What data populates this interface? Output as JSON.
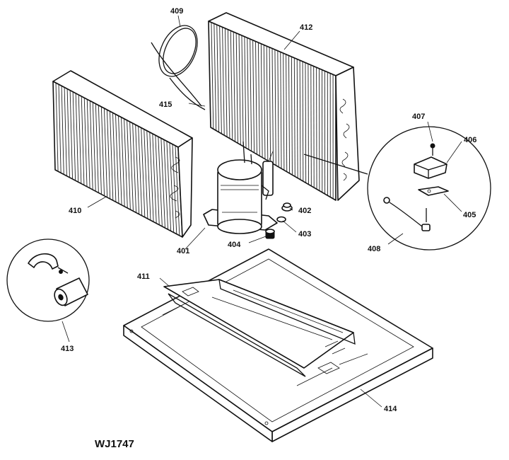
{
  "drawing_code": "WJ1747",
  "callouts": {
    "p401": "401",
    "p402": "402",
    "p403": "403",
    "p404": "404",
    "p405": "405",
    "p406": "406",
    "p407": "407",
    "p408": "408",
    "p409": "409",
    "p410": "410",
    "p411": "411",
    "p412": "412",
    "p413": "413",
    "p414": "414",
    "p415": "415"
  }
}
